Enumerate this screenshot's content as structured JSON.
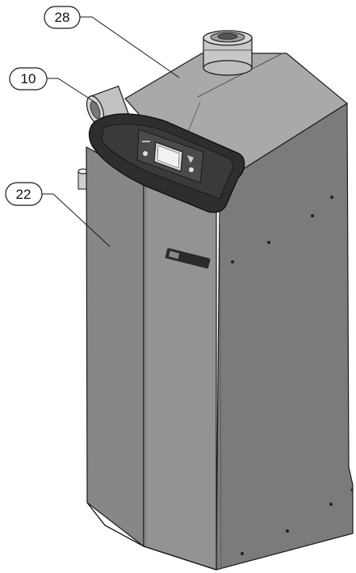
{
  "callouts": [
    {
      "id": "c28",
      "label": "28"
    },
    {
      "id": "c10",
      "label": "10"
    },
    {
      "id": "c22",
      "label": "22"
    }
  ],
  "colors": {
    "panel_front": "#8d8d8d",
    "panel_side": "#777777",
    "panel_top": "#a9a9a9",
    "bezel": "#2e2e2e",
    "outline": "#1a1a1a"
  }
}
